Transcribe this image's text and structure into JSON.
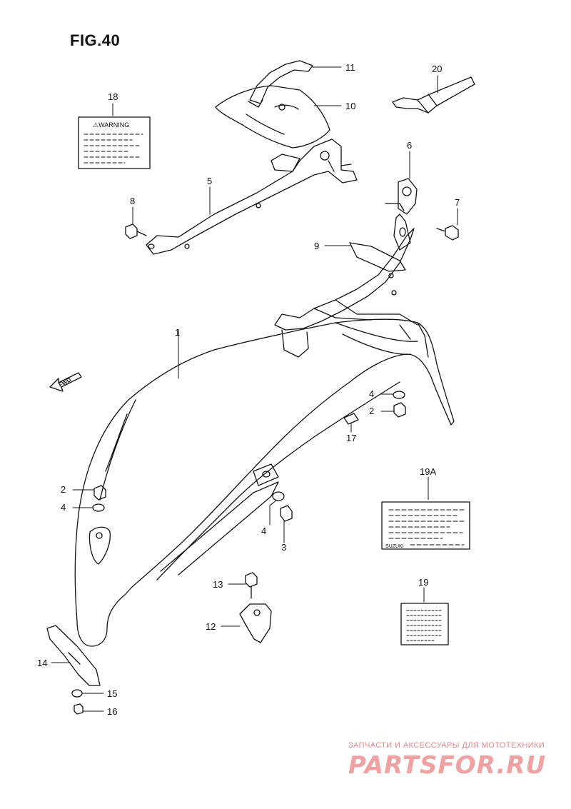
{
  "figure": {
    "title": "FIG.40"
  },
  "callouts": [
    {
      "id": "c1",
      "text": "1"
    },
    {
      "id": "c2a",
      "text": "2"
    },
    {
      "id": "c2b",
      "text": "2"
    },
    {
      "id": "c3",
      "text": "3"
    },
    {
      "id": "c4a",
      "text": "4"
    },
    {
      "id": "c4b",
      "text": "4"
    },
    {
      "id": "c4c",
      "text": "4"
    },
    {
      "id": "c5",
      "text": "5"
    },
    {
      "id": "c6",
      "text": "6"
    },
    {
      "id": "c7",
      "text": "7"
    },
    {
      "id": "c8",
      "text": "8"
    },
    {
      "id": "c9",
      "text": "9"
    },
    {
      "id": "c10",
      "text": "10"
    },
    {
      "id": "c11",
      "text": "11"
    },
    {
      "id": "c12",
      "text": "12"
    },
    {
      "id": "c13",
      "text": "13"
    },
    {
      "id": "c14",
      "text": "14"
    },
    {
      "id": "c15",
      "text": "15"
    },
    {
      "id": "c16",
      "text": "16"
    },
    {
      "id": "c17",
      "text": "17"
    },
    {
      "id": "c18",
      "text": "18"
    },
    {
      "id": "c19",
      "text": "19"
    },
    {
      "id": "c19a",
      "text": "19A"
    },
    {
      "id": "c20",
      "text": "20"
    }
  ],
  "labels": {
    "warning": "⚠WARNING",
    "brand": "SUZUKI",
    "fwd": "FWD"
  },
  "watermark": {
    "subtitle": "ЗАПЧАСТИ И АКСЕССУАРЫ ДЛЯ МОТОТЕХНИКИ",
    "brand": "PARTSFOR.RU"
  }
}
